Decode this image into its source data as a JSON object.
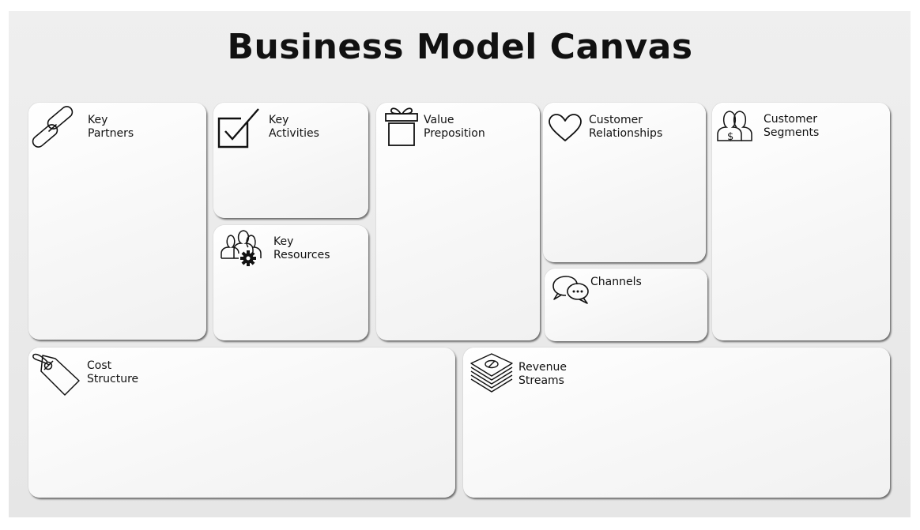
{
  "title": "Business Model Canvas",
  "blocks": {
    "key_partners": {
      "line1": "Key",
      "line2": "Partners",
      "icon": "chain-link-icon"
    },
    "key_activities": {
      "line1": "Key",
      "line2": "Activities",
      "icon": "checkbox-icon"
    },
    "key_resources": {
      "line1": "Key",
      "line2": "Resources",
      "icon": "people-gear-icon"
    },
    "value_proposition": {
      "line1": "Value",
      "line2": "Preposition",
      "icon": "gift-icon"
    },
    "customer_relationships": {
      "line1": "Customer",
      "line2": "Relationships",
      "icon": "heart-icon"
    },
    "channels": {
      "line1": "Channels",
      "icon": "speech-bubbles-icon"
    },
    "customer_segments": {
      "line1": "Customer",
      "line2": "Segments",
      "icon": "people-dollar-icon"
    },
    "cost_structure": {
      "line1": "Cost",
      "line2": "Structure",
      "icon": "price-tag-icon"
    },
    "revenue_streams": {
      "line1": "Revenue",
      "line2": "Streams",
      "icon": "money-stack-icon"
    }
  }
}
